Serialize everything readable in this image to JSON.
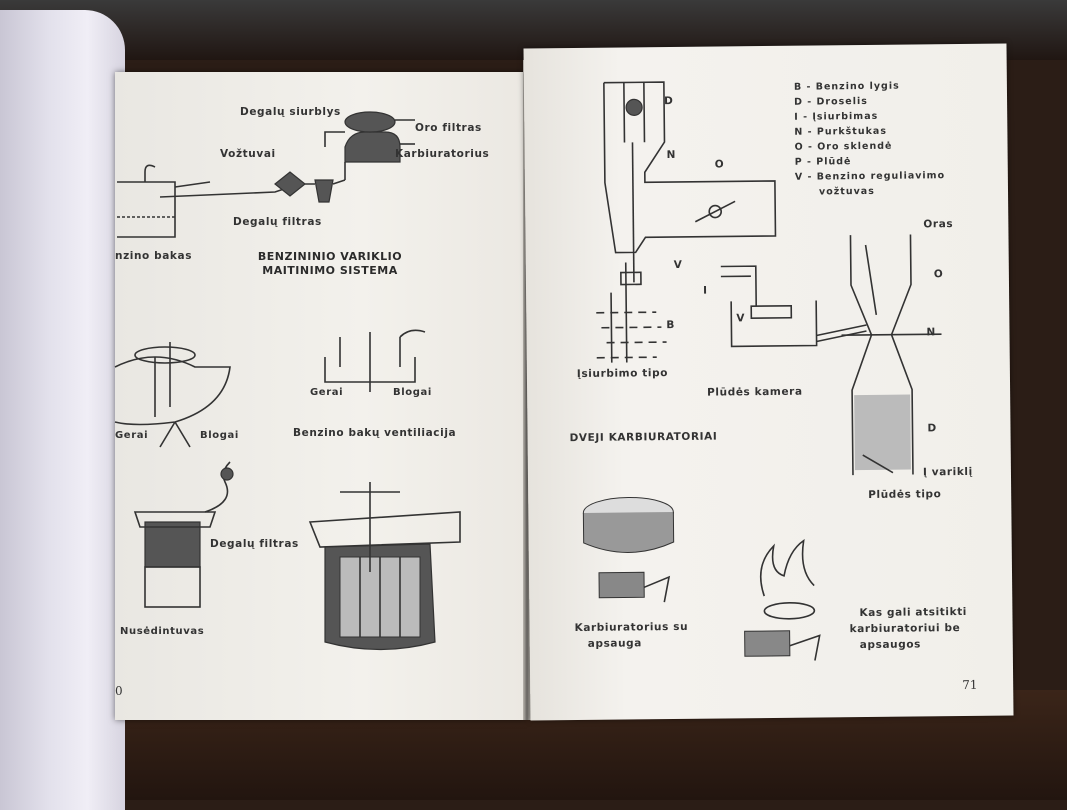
{
  "left_page": {
    "fuel_system": {
      "pump": "Degalų siurblys",
      "air_filter": "Oro filtras",
      "valves": "Vožtuvai",
      "carburetor": "Karbiuratorius",
      "fuel_filter": "Degalų filtras",
      "tank": "nzino bakas",
      "title_line1": "BENZININIO VARIKLIO",
      "title_line2": "MAITINIMO SISTEMA"
    },
    "tank_vent": {
      "good_left": "Gerai",
      "bad_left": "Blogai",
      "good_right": "Gerai",
      "bad_right": "Blogai",
      "caption": "Benzino bakų ventiliacija"
    },
    "filters": {
      "fuel_filter": "Degalų filtras",
      "settler": "Nusėdintuvas"
    },
    "page_number": "0"
  },
  "right_page": {
    "legend": [
      "B - Benzino lygis",
      "D - Droselis",
      "I - Įsiurbimas",
      "N - Purkštukas",
      "O - Oro sklendė",
      "P - Plūdė",
      "V - Benzino reguliavimo",
      "vožtuvas"
    ],
    "suction": {
      "D": "D",
      "N": "N",
      "O": "O",
      "V": "V",
      "B": "B",
      "caption": "Įsiurbimo tipo"
    },
    "float": {
      "I": "I",
      "V": "V",
      "chamber": "Plūdės kamera",
      "air": "Oras",
      "O": "O",
      "N": "N",
      "D": "D",
      "engine": "Į variklį",
      "caption": "Plūdės tipo"
    },
    "two_carb": "DVEJI KARBIURATORIAI",
    "protected_line1": "Karbiuratorius su",
    "protected_line2": "apsauga",
    "unprotected_line1": "Kas gali atsitikti",
    "unprotected_line2": "karbiuratoriui be",
    "unprotected_line3": "apsaugos",
    "page_number": "71"
  }
}
